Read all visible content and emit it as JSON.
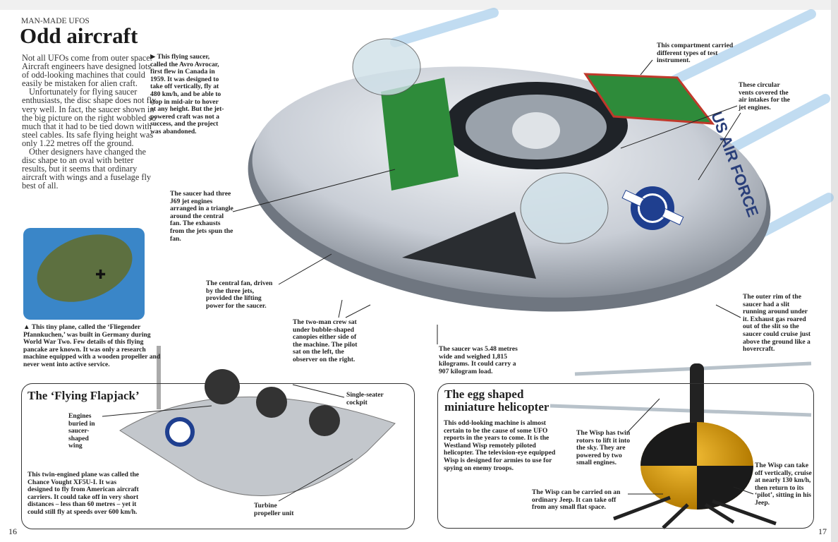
{
  "header": {
    "kicker": "MAN-MADE UFOS",
    "title": "Odd aircraft"
  },
  "intro": [
    "Not all UFOs come from outer space. Aircraft engineers have designed lots of odd-looking machines that could easily be mistaken for alien craft.",
    "Unfortunately for flying saucer enthusiasts, the disc shape does not fly very well. In fact, the saucer shown in the big picture on the right wobbled so much that it had to be tied down with steel cables. Its safe flying height was only 1.22 metres off the ground.",
    "Other designers have changed the disc shape to an oval with better results, but it seems that ordinary aircraft with wings and a fuselage fly best of all."
  ],
  "captions": {
    "avrocar": "▶ This flying saucer, called the Avro Avrocar, first flew in Canada in 1959. It was designed to take off vertically, fly at 480 km/h, and be able to stop in mid-air to hover at any height. But the jet-powered craft was not a success, and the project was abandoned.",
    "engines": "The saucer had three J69 jet engines arranged in a triangle around the central fan. The exhausts from the jets spun the fan.",
    "fan": "The central fan, driven by the three jets, provided the lifting power for the saucer.",
    "crew": "The two-man crew sat under bubble-shaped canopies either side of the machine. The pilot sat on the left, the observer on the right.",
    "size": "The saucer was 5.48 metres wide and weighed 1,815 kilograms. It could carry a 907 kilogram load.",
    "compartment": "This compartment carried different types of test instrument.",
    "vents": "These circular vents covered the air intakes for the jet engines.",
    "rim": "The outer rim of the saucer had a slit running around under it. Exhaust gas roared out of the slit so the saucer could cruise just above the ground like a hovercraft.",
    "pancake": "▲ This tiny plane, called the ‘Fliegender Pfannkuchen,’ was built in Germany during World War Two. Few details of this flying pancake are known. It was only a research machine equipped with a wooden propeller and never went into active service."
  },
  "saucer_marking": "US AIR FORCE",
  "flapjack": {
    "title": "The ‘Flying Flapjack’",
    "engines_label": "Engines buried in saucer-shaped wing",
    "cockpit_label": "Single-seater cockpit",
    "turbine_label": "Turbine propeller unit",
    "text": "This twin-engined plane was called the Chance Vought XF5U-I. It was designed to fly from American aircraft carriers. It could take off in very short distances – less than 60 metres – yet it could still fly at speeds over 600 km/h."
  },
  "helicopter": {
    "title_line1": "The egg shaped",
    "title_line2": "miniature helicopter",
    "text": "This odd-looking machine is almost certain to be the cause of some UFO reports in the years to come. It is the Westland Wisp remotely piloted helicopter. The television-eye equipped Wisp is designed for armies to use for spying on enemy troops.",
    "rotors_label": "The Wisp has twin rotors to lift it into the sky. They are powered by two small engines.",
    "jeep_label": "The Wisp can be carried on an ordinary Jeep. It can take off from any small flat space.",
    "cruise_label": "The Wisp can take off vertically, cruise at nearly 130 km/h, then return to its ‘pilot’, sitting in his Jeep."
  },
  "page_numbers": {
    "left": "16",
    "right": "17"
  }
}
